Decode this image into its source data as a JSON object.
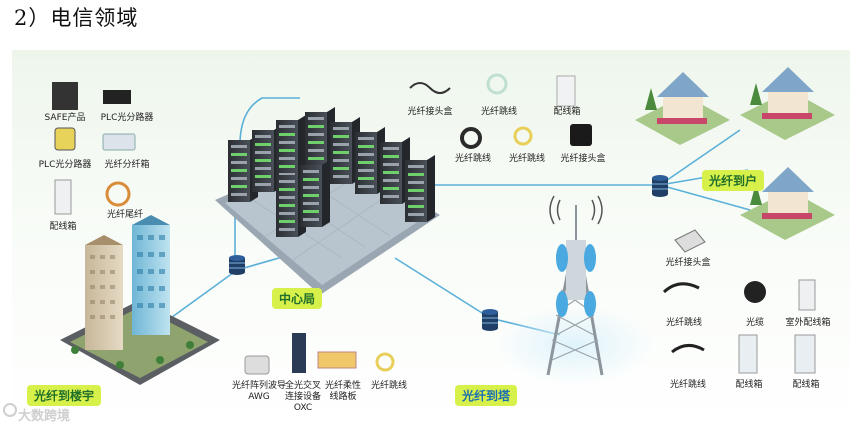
{
  "title": "2）电信领域",
  "badges": {
    "center": "中心局",
    "home": "光纤到户",
    "building": "光纤到楼宇",
    "tower": "光纤到塔"
  },
  "left_items": [
    {
      "label": "SAFE产品",
      "icon": "safe-product-icon"
    },
    {
      "label": "PLC光分路器",
      "icon": "plc-splitter-module-icon"
    },
    {
      "label": "PLC光分路器",
      "icon": "plc-splitter-box-icon"
    },
    {
      "label": "光纤分纤箱",
      "icon": "fiber-distribution-box-icon"
    },
    {
      "label": "配线箱",
      "icon": "wiring-cabinet-icon"
    },
    {
      "label": "光纤尾纤",
      "icon": "fiber-pigtail-icon"
    }
  ],
  "top_items": [
    {
      "label": "光纤接头盒",
      "icon": "splice-closure-icon"
    },
    {
      "label": "光纤跳线",
      "icon": "patch-cord-icon"
    },
    {
      "label": "配线箱",
      "icon": "wiring-cabinet-icon"
    },
    {
      "label": "光纤跳线",
      "icon": "fiber-coil-icon"
    },
    {
      "label": "光纤跳线",
      "icon": "patch-cord-yellow-icon"
    },
    {
      "label": "光纤接头盒",
      "icon": "black-splice-closure-icon"
    }
  ],
  "bottom_items": [
    {
      "label": "光纤阵列波导",
      "sub": "AWG",
      "icon": "awg-icon"
    },
    {
      "label": "全光交叉",
      "sub": "连接设备",
      "sub2": "OXC",
      "icon": "oxc-icon"
    },
    {
      "label": "光纤柔性",
      "sub": "线路板",
      "icon": "flex-circuit-icon"
    },
    {
      "label": "光纤跳线",
      "icon": "patch-cord-yellow-icon"
    }
  ],
  "right_items": [
    {
      "label": "光纤接头盒",
      "icon": "splice-closure-icon"
    },
    {
      "label": "光纤跳线",
      "icon": "patch-cord-black-icon"
    },
    {
      "label": "光缆",
      "icon": "cable-reel-icon"
    },
    {
      "label": "室外配线箱",
      "icon": "outdoor-cabinet-icon"
    },
    {
      "label": "光纤跳线",
      "icon": "patch-cord-black-icon"
    },
    {
      "label": "配线箱",
      "icon": "wiring-rack-icon"
    },
    {
      "label": "配线箱",
      "icon": "wiring-rack-icon"
    }
  ],
  "watermark": "大数跨境",
  "colors": {
    "badge_bg": "#d8f04a",
    "badge_text": "#1f6e2a",
    "link": "#5ab0d8",
    "rack": "#3a3f45",
    "house_roof": "#7fa6c8"
  }
}
